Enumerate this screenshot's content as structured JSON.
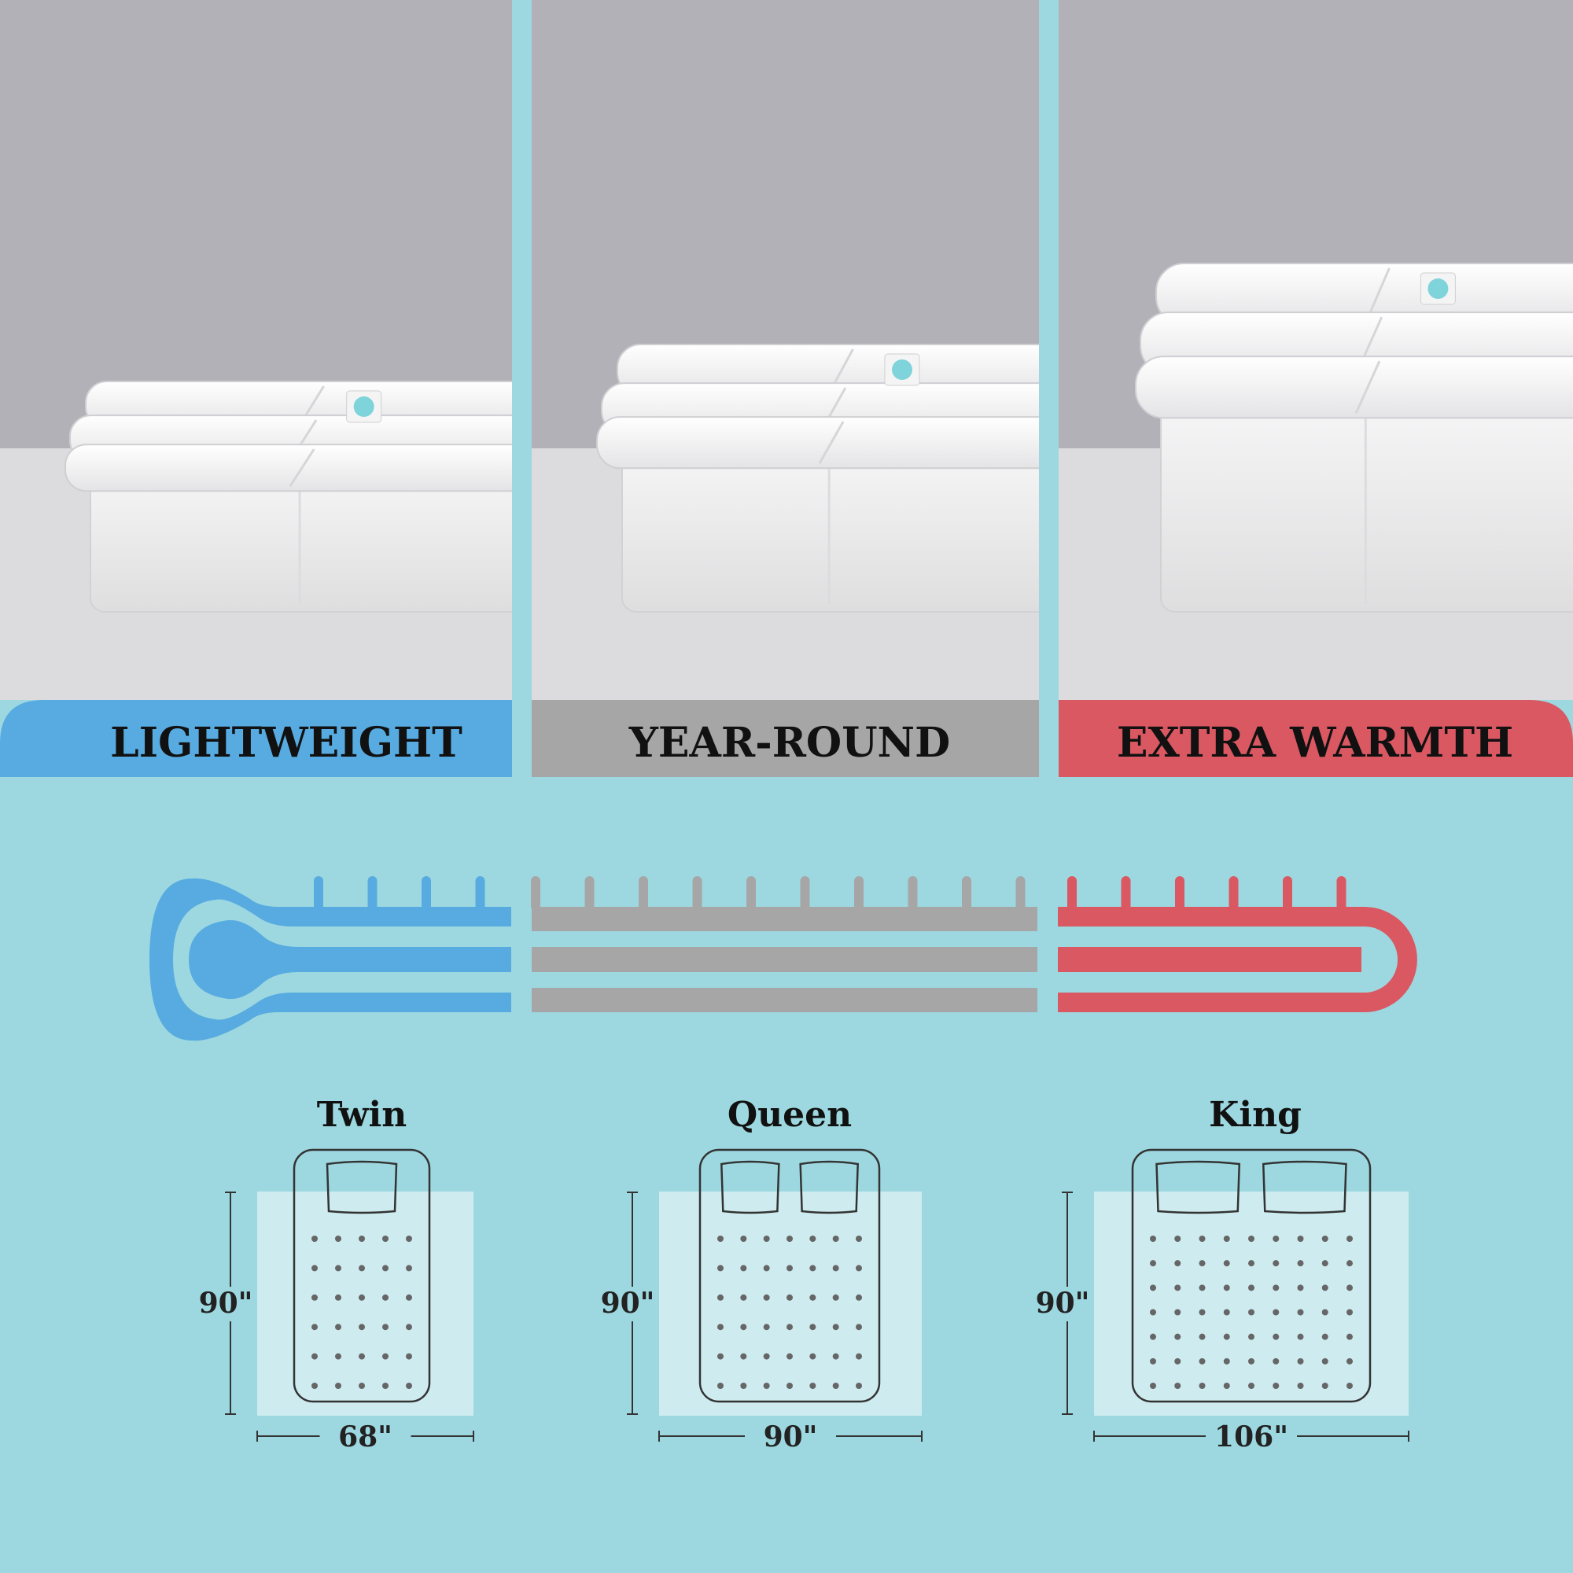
{
  "colors": {
    "background": "#9dd8e0",
    "light": "#57abe0",
    "year_round": "#a6a6a6",
    "warm": "#d95862",
    "wall": "#b2b1b7",
    "floor": "#dcdcdf",
    "text": "#111111",
    "line": "#333333"
  },
  "warmth_levels": [
    {
      "label": "LIGHTWEIGHT",
      "color": "#57abe0",
      "height_level": 1
    },
    {
      "label": "YEAR-ROUND",
      "color": "#a6a6a6",
      "height_level": 2
    },
    {
      "label": "EXTRA WARMTH",
      "color": "#d95862",
      "height_level": 3
    }
  ],
  "thermometer": {
    "segments": [
      {
        "name": "light",
        "ticks": 4
      },
      {
        "name": "year-round",
        "ticks": 10
      },
      {
        "name": "warm",
        "ticks": 6
      }
    ]
  },
  "sizes": [
    {
      "name": "Twin",
      "length": "90\"",
      "width": "68\"",
      "pillows": 1,
      "dot_cols": 5,
      "dot_rows": 6
    },
    {
      "name": "Queen",
      "length": "90\"",
      "width": "90\"",
      "pillows": 2,
      "dot_cols": 7,
      "dot_rows": 6
    },
    {
      "name": "King",
      "length": "90\"",
      "width": "106\"",
      "pillows": 2,
      "dot_cols": 9,
      "dot_rows": 7
    }
  ]
}
